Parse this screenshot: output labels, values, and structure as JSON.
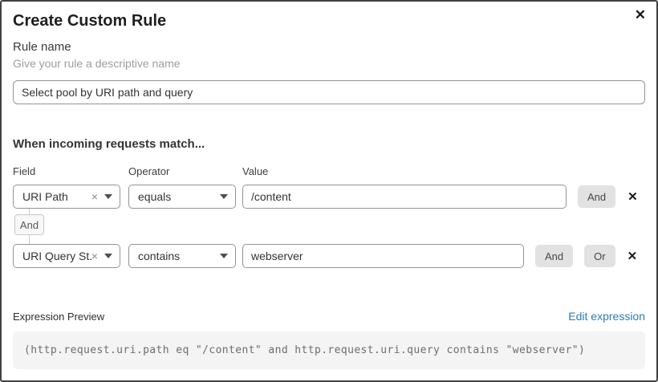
{
  "dialog": {
    "title": "Create Custom Rule"
  },
  "icons": {
    "close": "✕",
    "clear": "×",
    "remove": "✕"
  },
  "rule_name": {
    "label": "Rule name",
    "hint": "Give your rule a descriptive name",
    "value": "Select pool by URI path and query"
  },
  "builder": {
    "heading": "When incoming requests match...",
    "columns": {
      "field": "Field",
      "operator": "Operator",
      "value": "Value"
    },
    "joiner": "And",
    "rows": [
      {
        "field": "URI Path",
        "operator": "equals",
        "value": "/content",
        "connectors": [
          "And"
        ]
      },
      {
        "field": "URI Query St...",
        "operator": "contains",
        "value": "webserver",
        "connectors": [
          "And",
          "Or"
        ]
      }
    ]
  },
  "expression": {
    "label": "Expression Preview",
    "edit_link": "Edit expression",
    "code": "(http.request.uri.path eq \"/content\" and http.request.uri.query contains \"webserver\")"
  },
  "colors": {
    "link_blue": "#2d7bb9",
    "button_gray": "#e2e2e2",
    "dialog_border": "#424242"
  }
}
